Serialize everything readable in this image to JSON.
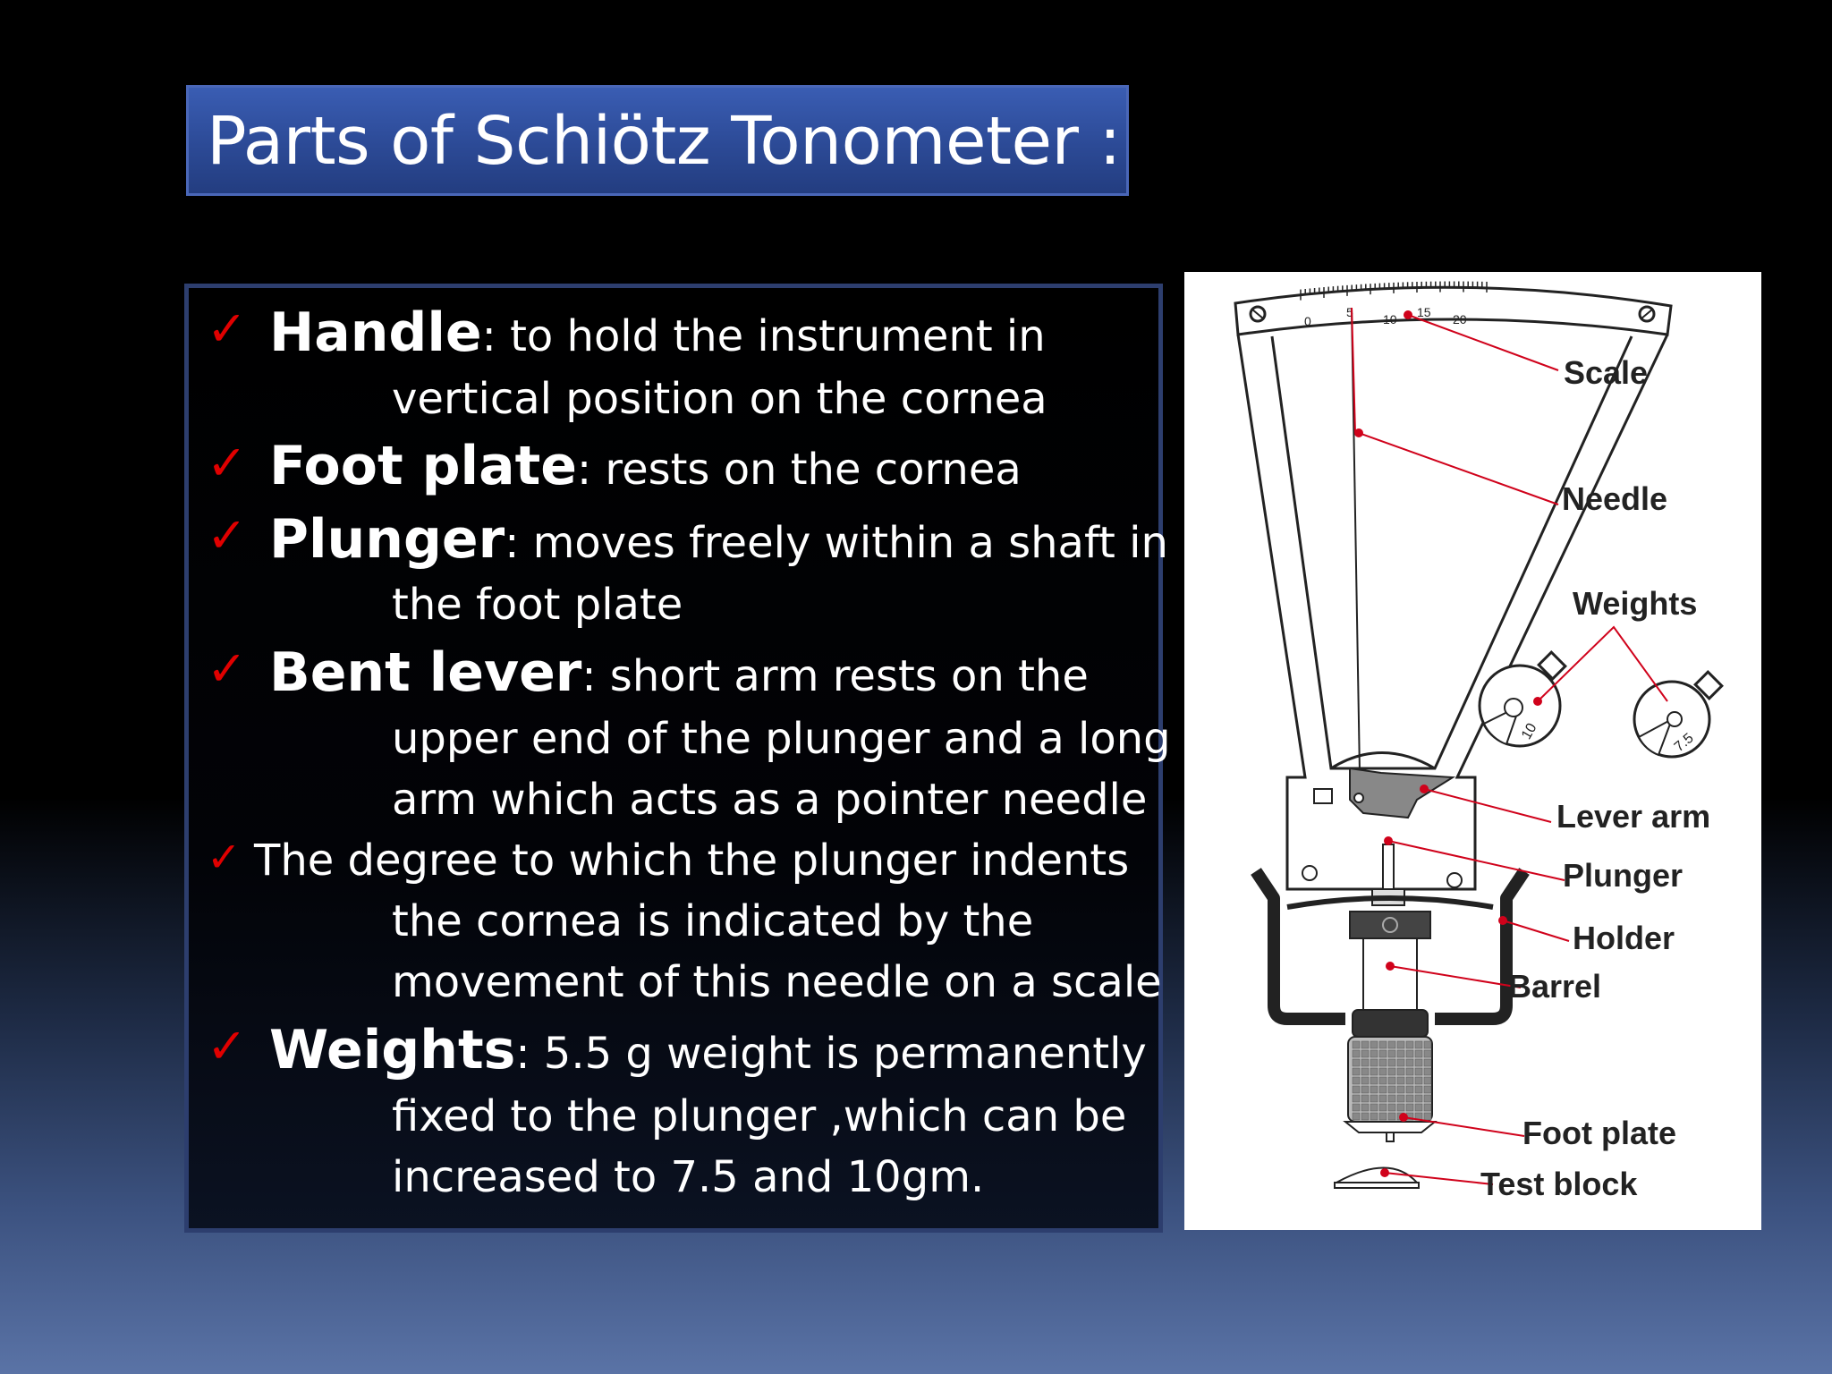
{
  "title": "Parts of Schiötz Tonometer :",
  "bullets": [
    {
      "term": "Handle",
      "desc": ": to hold the instrument in",
      "cont": [
        "vertical position on the cornea"
      ]
    },
    {
      "term": "Foot plate",
      "desc": ": rests on the cornea",
      "cont": []
    },
    {
      "term": "Plunger",
      "desc": ": moves freely within a shaft in",
      "cont": [
        "the foot plate"
      ]
    },
    {
      "term": "Bent lever",
      "desc": ": short arm rests on the",
      "cont": [
        "upper end of the plunger and a long",
        "arm which acts as a pointer needle"
      ]
    },
    {
      "term": "",
      "desc": "The degree to which the plunger indents",
      "cont": [
        "the cornea is indicated by the",
        "movement of this needle on a scale"
      ]
    },
    {
      "term": "Weights",
      "desc": ": 5.5 g weight is permanently",
      "cont": [
        "fixed to the plunger ,which can be",
        "increased to 7.5 and 10gm."
      ]
    }
  ],
  "diagram": {
    "scale_ticks": [
      "0",
      "5",
      "10",
      "15",
      "20"
    ],
    "weight_marks": [
      "10",
      "7.5"
    ],
    "labels": {
      "scale": "Scale",
      "needle": "Needle",
      "weights": "Weights",
      "lever_arm": "Lever arm",
      "plunger": "Plunger",
      "holder": "Holder",
      "barrel": "Barrel",
      "foot_plate": "Foot plate",
      "test_block": "Test block"
    },
    "colors": {
      "pointer": "#d0021b",
      "ink": "#222222"
    }
  }
}
